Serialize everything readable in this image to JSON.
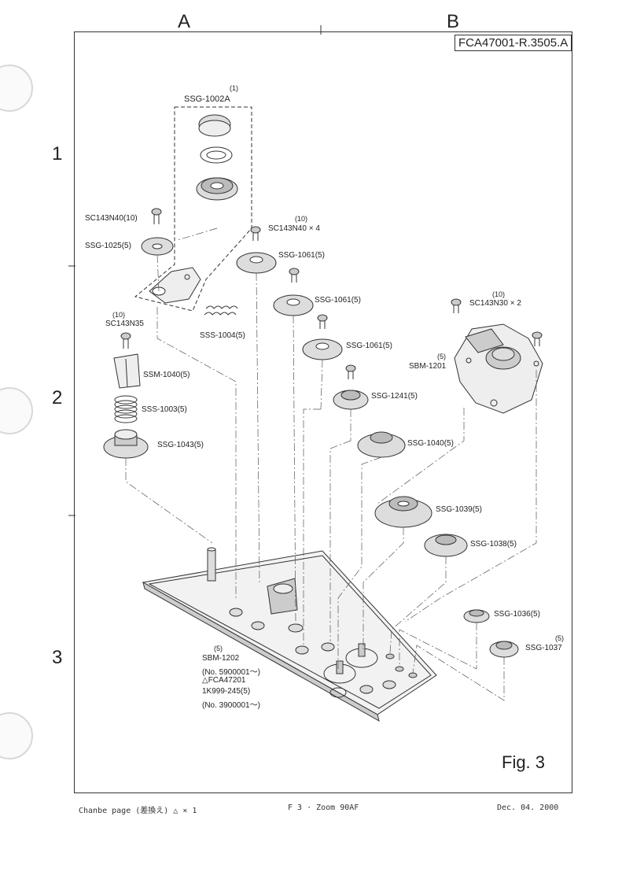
{
  "doc_id": "FCA47001-R.3505.A",
  "grid": {
    "columns": [
      "A",
      "B"
    ],
    "rows": [
      "1",
      "2",
      "3"
    ]
  },
  "figure_label": "Fig. 3",
  "parts": {
    "ssg_1002a_qty": "(1)",
    "ssg_1002a": "SSG-1002A",
    "sc143n40_10": "SC143N40(10)",
    "ssg_1025": "SSG-1025(5)",
    "sss_1004": "SSS-1004(5)",
    "sc143n35_qty": "(10)",
    "sc143n35": "SC143N35",
    "ssm_1040": "SSM-1040(5)",
    "sss_1003": "SSS-1003(5)",
    "ssg_1043": "SSG-1043(5)",
    "sc143n40x4_qty": "(10)",
    "sc143n40x4": "SC143N40 × 4",
    "ssg_1061_a": "SSG-1061(5)",
    "ssg_1061_b": "SSG-1061(5)",
    "ssg_1061_c": "SSG-1061(5)",
    "ssg_1241": "SSG-1241(5)",
    "ssg_1040": "SSG-1040(5)",
    "ssg_1039": "SSG-1039(5)",
    "ssg_1038": "SSG-1038(5)",
    "ssg_1036": "SSG-1036(5)",
    "ssg_1037_qty": "(5)",
    "ssg_1037": "SSG-1037",
    "sc143n30x2_qty": "(10)",
    "sc143n30x2": "SC143N30 × 2",
    "sbm_1201_qty": "(5)",
    "sbm_1201": "SBM-1201",
    "sbm_1202_qty": "(5)",
    "sbm_1202": "SBM-1202",
    "sbm_1202_note1": "(No. 5900001～)",
    "sbm_1202_note2": "△FCA47201",
    "sbm_1202_note3": "1K999-245(5)",
    "sbm_1202_note4": "(No. 3900001～)"
  },
  "footer": {
    "left": "Chanbe page (差換え) △ × 1",
    "center": "F 3 ·  Zoom 90AF",
    "right": "Dec. 04. 2000"
  }
}
